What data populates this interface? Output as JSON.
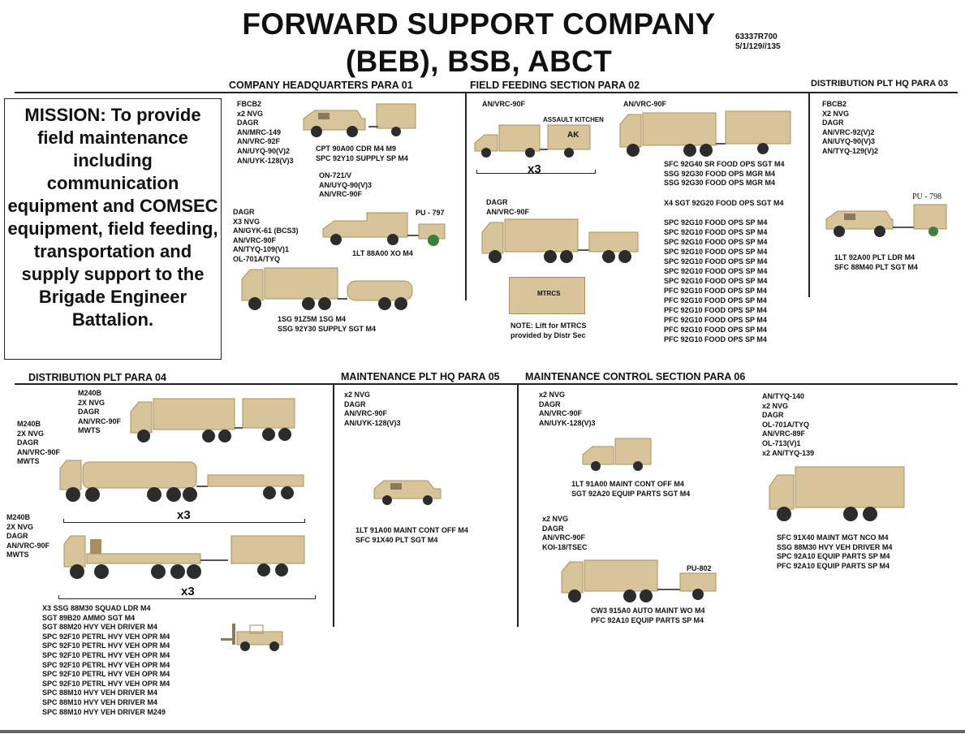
{
  "header": {
    "title_line1": "FORWARD SUPPORT COMPANY",
    "title_line2": "(BEB), BSB, ABCT",
    "code_line1": "63337R700",
    "code_line2": "5/1/129//135"
  },
  "mission": "MISSION: To provide field maintenance including communication equipment and COMSEC equipment, field feeding, transportation and supply support to the Brigade Engineer Battalion.",
  "sections": {
    "company_hq": {
      "header": "COMPANY HEADQUARTERS  PARA 01",
      "equip1": [
        "FBCB2",
        "x2 NVG",
        "DAGR",
        "AN/MRC-149",
        "AN/VRC-92F",
        "AN/UYQ-90(V)2",
        "AN/UYK-128(V)3"
      ],
      "personnel1": [
        "CPT 90A00 CDR M4 M9",
        "SPC 92Y10 SUPPLY SP M4"
      ],
      "equip2": [
        "ON-721/V",
        "AN/UYQ-90(V)3",
        "AN/VRC-90F"
      ],
      "equip3": [
        "DAGR",
        "X3 NVG",
        "AN/GYK-61 (BCS3)",
        "AN/VRC-90F",
        "AN/TYQ-109(V)1",
        "OL-701A/TYQ"
      ],
      "pu_label": "PU - 797",
      "xo": "1LT 88A00 XO M4",
      "personnel2": [
        "1SG 91Z5M 1SG M4",
        "SSG 92Y30 SUPPLY SGT M4"
      ]
    },
    "field_feeding": {
      "header": "FIELD FEEDING SECTION  PARA 02",
      "radio1": "AN/VRC-90F",
      "assault_kitchen": "ASSAULT KITCHEN",
      "ak": "AK",
      "x3": "x3",
      "radio2": "AN/VRC-90F",
      "personnel_top": [
        "SFC 92G40 SR FOOD OPS SGT M4",
        "SSG 92G30 FOOD OPS MGR M4",
        "SSG 92G30 FOOD OPS MGR M4"
      ],
      "x4": "X4 SGT 92G20 FOOD OPS SGT M4",
      "personnel_list": [
        "SPC 92G10 FOOD OPS SP M4",
        "SPC 92G10 FOOD OPS SP M4",
        "SPC 92G10 FOOD OPS SP M4",
        "SPC 92G10 FOOD OPS SP M4",
        "SPC 92G10 FOOD OPS SP M4",
        "SPC 92G10 FOOD OPS SP M4",
        "SPC 92G10 FOOD OPS SP M4",
        "PFC 92G10 FOOD OPS SP M4",
        "PFC 92G10 FOOD OPS SP M4",
        "PFC 92G10 FOOD OPS SP M4",
        "PFC 92G10 FOOD OPS SP M4",
        "PFC 92G10 FOOD OPS SP M4",
        "PFC 92G10 FOOD OPS SP M4"
      ],
      "equip_dagr": [
        "DAGR",
        "AN/VRC-90F"
      ],
      "mtrcs": "MTRCS",
      "note": [
        "NOTE: Lift for MTRCS",
        "provided by Distr Sec"
      ]
    },
    "dist_plt_hq": {
      "header": "DISTRIBUTION PLT HQ  PARA 03",
      "equip": [
        "FBCB2",
        "X2 NVG",
        "DAGR",
        "AN/VRC-92(V)2",
        "AN/UYQ-90(V)3",
        "AN/TYQ-129(V)2"
      ],
      "pu_label": "PU - 798",
      "personnel": [
        "1LT 92A00 PLT LDR M4",
        "SFC 88M40 PLT SGT M4"
      ]
    },
    "dist_plt": {
      "header": "DISTRIBUTION PLT PARA 04",
      "equip1": [
        "M240B",
        "2X NVG",
        "DAGR",
        "AN/VRC-90F",
        "MWTS"
      ],
      "equip2": [
        "M240B",
        "2X NVG",
        "DAGR",
        "AN/VRC-90F",
        "MWTS"
      ],
      "equip3": [
        "M240B",
        "2X NVG",
        "DAGR",
        "AN/VRC-90F",
        "MWTS"
      ],
      "x3_a": "x3",
      "x3_b": "x3",
      "personnel": [
        "X3 SSG 88M30 SQUAD LDR M4",
        "SGT 89B20 AMMO SGT M4",
        "SGT 88M20 HVY VEH DRIVER M4",
        "SPC 92F10 PETRL HVY VEH OPR M4",
        "SPC 92F10 PETRL HVY VEH OPR M4",
        "SPC 92F10 PETRL HVY VEH OPR M4",
        "SPC 92F10 PETRL HVY VEH OPR M4",
        "SPC 92F10 PETRL HVY VEH OPR M4",
        "SPC 92F10 PETRL HVY VEH OPR M4",
        "SPC 88M10 HVY VEH DRIVER M4",
        "SPC 88M10 HVY VEH DRIVER M4",
        "SPC 88M10 HVY VEH DRIVER M249"
      ]
    },
    "maint_plt_hq": {
      "header": "MAINTENANCE PLT HQ  PARA 05",
      "equip": [
        "x2 NVG",
        "DAGR",
        "AN/VRC-90F",
        "AN/UYK-128(V)3"
      ],
      "personnel": [
        "1LT 91A00 MAINT CONT OFF M4",
        "SFC 91X40 PLT SGT M4"
      ]
    },
    "maint_control": {
      "header": "MAINTENANCE CONTROL SECTION  PARA 06",
      "equip1": [
        "x2 NVG",
        "DAGR",
        "AN/VRC-90F",
        "AN/UYK-128(V)3"
      ],
      "personnel1": [
        "1LT 91A00 MAINT CONT OFF M4",
        "SGT 92A20 EQUIP PARTS SGT M4"
      ],
      "equip2": [
        "x2 NVG",
        "DAGR",
        "AN/VRC-90F",
        "KOI-18/TSEC"
      ],
      "pu_label": "PU-802",
      "personnel2": [
        "CW3 915A0 AUTO MAINT WO M4",
        "PFC 92A10 EQUIP PARTS SP M4"
      ],
      "equip3": [
        "AN/TYQ-140",
        "x2 NVG",
        "DAGR",
        "OL-701A/TYQ",
        "AN/VRC-89F",
        "OL-713(V)1",
        "x2 AN/TYQ-139"
      ],
      "personnel3": [
        "SFC 91X40 MAINT MGT NCO M4",
        "SSG 88M30 HVY VEH DRIVER M4",
        "SPC 92A10 EQUIP PARTS SP M4",
        "PFC 92A10 EQUIP PARTS SP M4"
      ]
    }
  },
  "colors": {
    "vehicle": "#d8c49a",
    "vehicle_dark": "#a88f62",
    "wheel": "#2c2c2c",
    "generator": "#3e7d3e",
    "line": "#222222"
  }
}
